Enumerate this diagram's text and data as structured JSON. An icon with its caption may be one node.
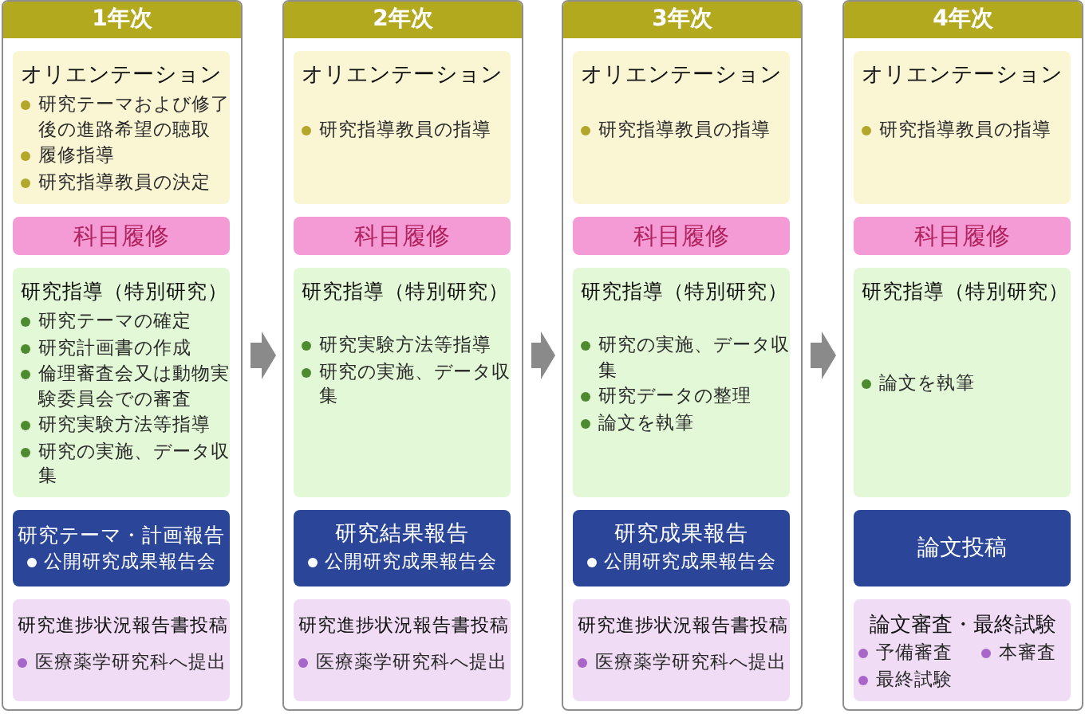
{
  "diagram": {
    "nodes": [
      {
        "text": [
          "1年次"
        ]
      },
      {
        "text": [
          "オリエンテーション",
          "研究テーマおよび修了後の進路希望の聴取",
          "履修指導",
          "研究指導教員の決定"
        ],
        "in": 0
      },
      {
        "text": [
          "科目履修"
        ],
        "in": 0
      },
      {
        "text": [
          "研究指導（特別研究）",
          "研究テーマの確定",
          "研究計画書の作成",
          "倫理審査会又は動物実験委員会での審査",
          "研究実験方法等指導",
          "研究の実施、データ収集"
        ],
        "in": 0
      },
      {
        "text": [
          "研究テーマ・計画報告",
          "公開研究成果報告会"
        ],
        "in": 0
      },
      {
        "text": [
          "研究進捗状況報告書投稿",
          "医療薬学研究科へ提出"
        ],
        "in": 0
      },
      {
        "text": [
          "2年次"
        ]
      },
      {
        "text": [
          "オリエンテーション",
          "研究指導教員の指導"
        ],
        "in": 6
      },
      {
        "text": [
          "科目履修"
        ],
        "in": 6
      },
      {
        "text": [
          "研究指導（特別研究）",
          "研究実験方法等指導",
          "研究の実施、データ収集"
        ],
        "in": 6
      },
      {
        "text": [
          "研究結果報告",
          "公開研究成果報告会"
        ],
        "in": 6
      },
      {
        "text": [
          "研究進捗状況報告書投稿",
          "医療薬学研究科へ提出"
        ],
        "in": 6
      },
      {
        "text": [
          "3年次"
        ]
      },
      {
        "text": [
          "オリエンテーション",
          "研究指導教員の指導"
        ],
        "in": 12
      },
      {
        "text": [
          "科目履修"
        ],
        "in": 12
      },
      {
        "text": [
          "研究指導（特別研究）",
          "研究の実施、データ収集",
          "研究データの整理",
          "論文を執筆"
        ],
        "in": 12
      },
      {
        "text": [
          "研究成果報告",
          "公開研究成果報告会"
        ],
        "in": 12
      },
      {
        "text": [
          "研究進捗状況報告書投稿",
          "医療薬学研究科へ提出"
        ],
        "in": 12
      },
      {
        "text": [
          "4年次"
        ]
      },
      {
        "text": [
          "オリエンテーション",
          "研究指導教員の指導"
        ],
        "in": 18
      },
      {
        "text": [
          "科目履修"
        ],
        "in": 18
      },
      {
        "text": [
          "研究指導（特別研究）",
          "論文を執筆"
        ],
        "in": 18
      },
      {
        "text": [
          "論文投稿"
        ],
        "in": 18
      },
      {
        "text": [
          "論文審査・最終試験",
          "予備審査",
          "本審査",
          "最終試験"
        ],
        "in": 18
      }
    ],
    "edges": [
      {
        "from": 0,
        "to": 6,
        "arrow": "to"
      },
      {
        "from": 6,
        "to": 12,
        "arrow": "to"
      },
      {
        "from": 12,
        "to": 18,
        "arrow": "to"
      }
    ]
  }
}
